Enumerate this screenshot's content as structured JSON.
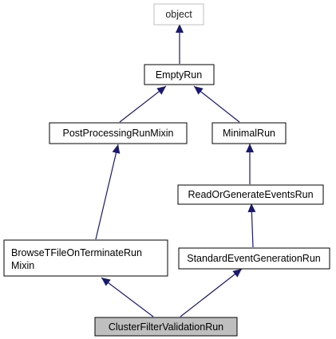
{
  "diagram": {
    "type": "class-inheritance-graph",
    "nodes": [
      {
        "id": "object",
        "label": "object"
      },
      {
        "id": "empty-run",
        "label": "EmptyRun"
      },
      {
        "id": "post-processing-run-mixin",
        "label": "PostProcessingRunMixin"
      },
      {
        "id": "minimal-run",
        "label": "MinimalRun"
      },
      {
        "id": "read-or-generate-events-run",
        "label": "ReadOrGenerateEventsRun"
      },
      {
        "id": "browse-tfile-on-terminate-run-mixin",
        "label_lines": [
          "BrowseTFileOnTerminateRun",
          "Mixin"
        ]
      },
      {
        "id": "standard-event-generation-run",
        "label": "StandardEventGenerationRun"
      },
      {
        "id": "cluster-filter-validation-run",
        "label": "ClusterFilterValidationRun"
      }
    ],
    "edges": [
      {
        "from": "empty-run",
        "to": "object"
      },
      {
        "from": "post-processing-run-mixin",
        "to": "empty-run"
      },
      {
        "from": "minimal-run",
        "to": "empty-run"
      },
      {
        "from": "read-or-generate-events-run",
        "to": "minimal-run"
      },
      {
        "from": "browse-tfile-on-terminate-run-mixin",
        "to": "post-processing-run-mixin"
      },
      {
        "from": "standard-event-generation-run",
        "to": "read-or-generate-events-run"
      },
      {
        "from": "cluster-filter-validation-run",
        "to": "browse-tfile-on-terminate-run-mixin"
      },
      {
        "from": "cluster-filter-validation-run",
        "to": "standard-event-generation-run"
      }
    ],
    "colors": {
      "edge": "#191970",
      "node_border": "#000000",
      "object_border": "#bfbfbf",
      "highlight_fill": "#bfbfbf",
      "node_fill": "#ffffff"
    }
  }
}
